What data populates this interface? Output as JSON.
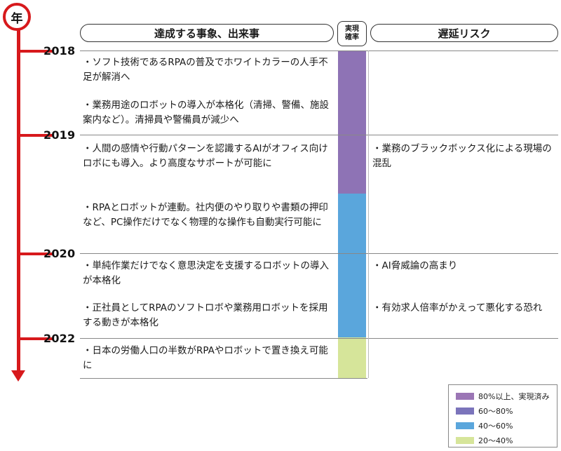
{
  "badge": "年",
  "header": {
    "events": "達成する事象、出来事",
    "probability_line1": "実現",
    "probability_line2": "確率",
    "risks": "遅延リスク"
  },
  "years": [
    "2018",
    "2019",
    "2020",
    "2022"
  ],
  "events": [
    "・ソフト技術であるRPAの普及でホワイトカラーの人手不足が解消へ",
    "・業務用途のロボットの導入が本格化（清掃、警備、施設案内など）。清掃員や警備員が減少へ",
    "・人間の感情や行動パターンを認識するAIがオフィス向けロボにも導入。より高度なサポートが可能に",
    "・RPAとロボットが連動。社内便のやり取りや書類の押印など、PC操作だけでなく物理的な操作も自動実行可能に",
    "・単純作業だけでなく意思決定を支援するロボットの導入が本格化",
    "・正社員としてRPAのソフトロボや業務用ロボットを採用する動きが本格化",
    "・日本の労働人口の半数がRPAやロボットで置き換え可能に"
  ],
  "risks": [
    "・業務のブラックボックス化による現場の混乱",
    "・AI脅威論の高まり",
    "・有効求人倍率がかえって悪化する恐れ"
  ],
  "probability_bands": [
    {
      "level": "60〜80%",
      "color": "#8e73b5"
    },
    {
      "level": "40〜60%",
      "color": "#5aa6dc"
    },
    {
      "level": "20〜40%",
      "color": "#d6e59a"
    }
  ],
  "legend": [
    {
      "label": "80%以上、実現済み",
      "color": "#9b76b5"
    },
    {
      "label": "60〜80%",
      "color": "#7b74bb"
    },
    {
      "label": "40〜60%",
      "color": "#5aa6dc"
    },
    {
      "label": "20〜40%",
      "color": "#d6e59a"
    }
  ]
}
